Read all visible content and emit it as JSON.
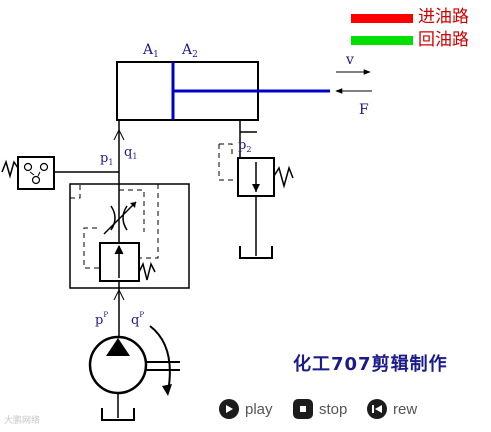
{
  "legend": {
    "inlet": {
      "label": "进油路",
      "color": "#ff0000"
    },
    "return": {
      "label": "回油路",
      "color": "#00e000"
    }
  },
  "cylinder": {
    "label_a1": "A",
    "sub_a1": "1",
    "label_a2": "A",
    "sub_a2": "2"
  },
  "rod": {
    "velocity_label": "v",
    "force_label": "F"
  },
  "line_labels": {
    "p1": "p",
    "p1_sub": "1",
    "q1": "q",
    "q1_sub": "1",
    "p2": "p",
    "p2_sub": "2",
    "pp": "p",
    "pp_sub": "P",
    "qp": "q",
    "qp_sub": "P"
  },
  "brand": {
    "text": "化工707剪辑制作"
  },
  "controls": {
    "play": "play",
    "stop": "stop",
    "rew": "rew"
  },
  "watermark": {
    "text": "大鹏网络"
  },
  "colors": {
    "pressure_line": "#0000cc",
    "lines": "#000000",
    "label": "#1a1a8a"
  }
}
